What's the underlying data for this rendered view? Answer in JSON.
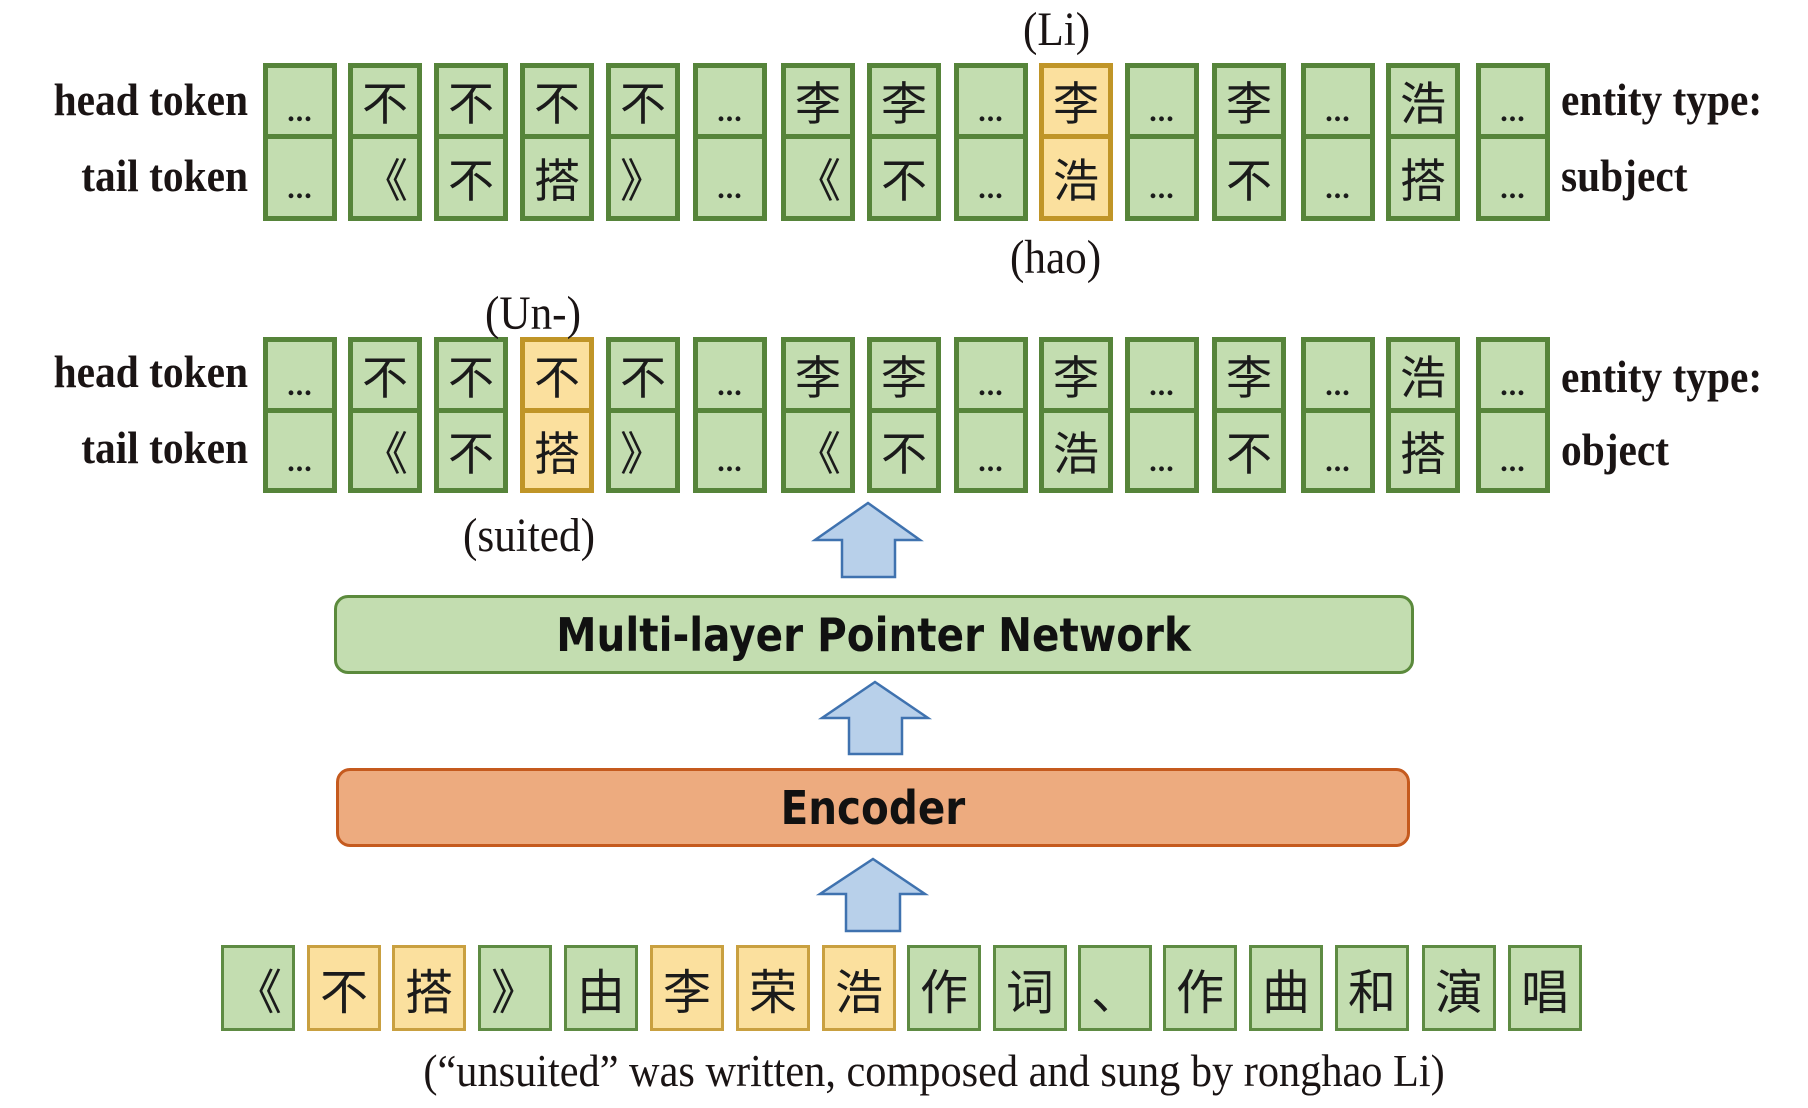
{
  "figure": {
    "caption": "(“unsuited” was written, composed and sung by ronghao Li)"
  },
  "colors": {
    "token_green_fill": "#c3ddb0",
    "token_green_border": "#56843a",
    "token_highlight_fill": "#fbe09e",
    "token_highlight_border": "#c09528",
    "pointer_network_fill": "#c3ddb0",
    "encoder_fill": "#edab7f",
    "encoder_border": "#c55a1e",
    "arrow_fill": "#b8d0ea",
    "arrow_border": "#3f72af"
  },
  "layers": [
    {
      "id": "subject",
      "head_label": "head token",
      "tail_label": "tail token",
      "entity_type_label": "entity type:",
      "entity_type_value": "subject",
      "head_tokens": [
        "...",
        "不",
        "不",
        "不",
        "不",
        "...",
        "李",
        "李",
        "...",
        "李",
        "...",
        "李",
        "...",
        "浩",
        "..."
      ],
      "tail_tokens": [
        "...",
        "《",
        "不",
        "搭",
        "》",
        "...",
        "《",
        "不",
        "...",
        "浩",
        "...",
        "不",
        "...",
        "搭",
        "..."
      ],
      "highlight_index": 9,
      "annotation_above": "(Li)",
      "annotation_below": "(hao)"
    },
    {
      "id": "object",
      "head_label": "head token",
      "tail_label": "tail token",
      "entity_type_label": "entity type:",
      "entity_type_value": "object",
      "head_tokens": [
        "...",
        "不",
        "不",
        "不",
        "不",
        "...",
        "李",
        "李",
        "...",
        "李",
        "...",
        "李",
        "...",
        "浩",
        "..."
      ],
      "tail_tokens": [
        "...",
        "《",
        "不",
        "搭",
        "》",
        "...",
        "《",
        "不",
        "...",
        "浩",
        "...",
        "不",
        "...",
        "搭",
        "..."
      ],
      "highlight_index": 3,
      "annotation_above": "(Un-)",
      "annotation_below": "(suited)"
    }
  ],
  "blocks": {
    "pointer_network": "Multi-layer Pointer Network",
    "encoder": "Encoder"
  },
  "input_tokens": [
    {
      "char": "《",
      "highlight": false
    },
    {
      "char": "不",
      "highlight": true
    },
    {
      "char": "搭",
      "highlight": true
    },
    {
      "char": "》",
      "highlight": false
    },
    {
      "char": "由",
      "highlight": false
    },
    {
      "char": "李",
      "highlight": true
    },
    {
      "char": "荣",
      "highlight": true
    },
    {
      "char": "浩",
      "highlight": true
    },
    {
      "char": "作",
      "highlight": false
    },
    {
      "char": "词",
      "highlight": false
    },
    {
      "char": "、",
      "highlight": false
    },
    {
      "char": "作",
      "highlight": false
    },
    {
      "char": "曲",
      "highlight": false
    },
    {
      "char": "和",
      "highlight": false
    },
    {
      "char": "演",
      "highlight": false
    },
    {
      "char": "唱",
      "highlight": false
    }
  ]
}
